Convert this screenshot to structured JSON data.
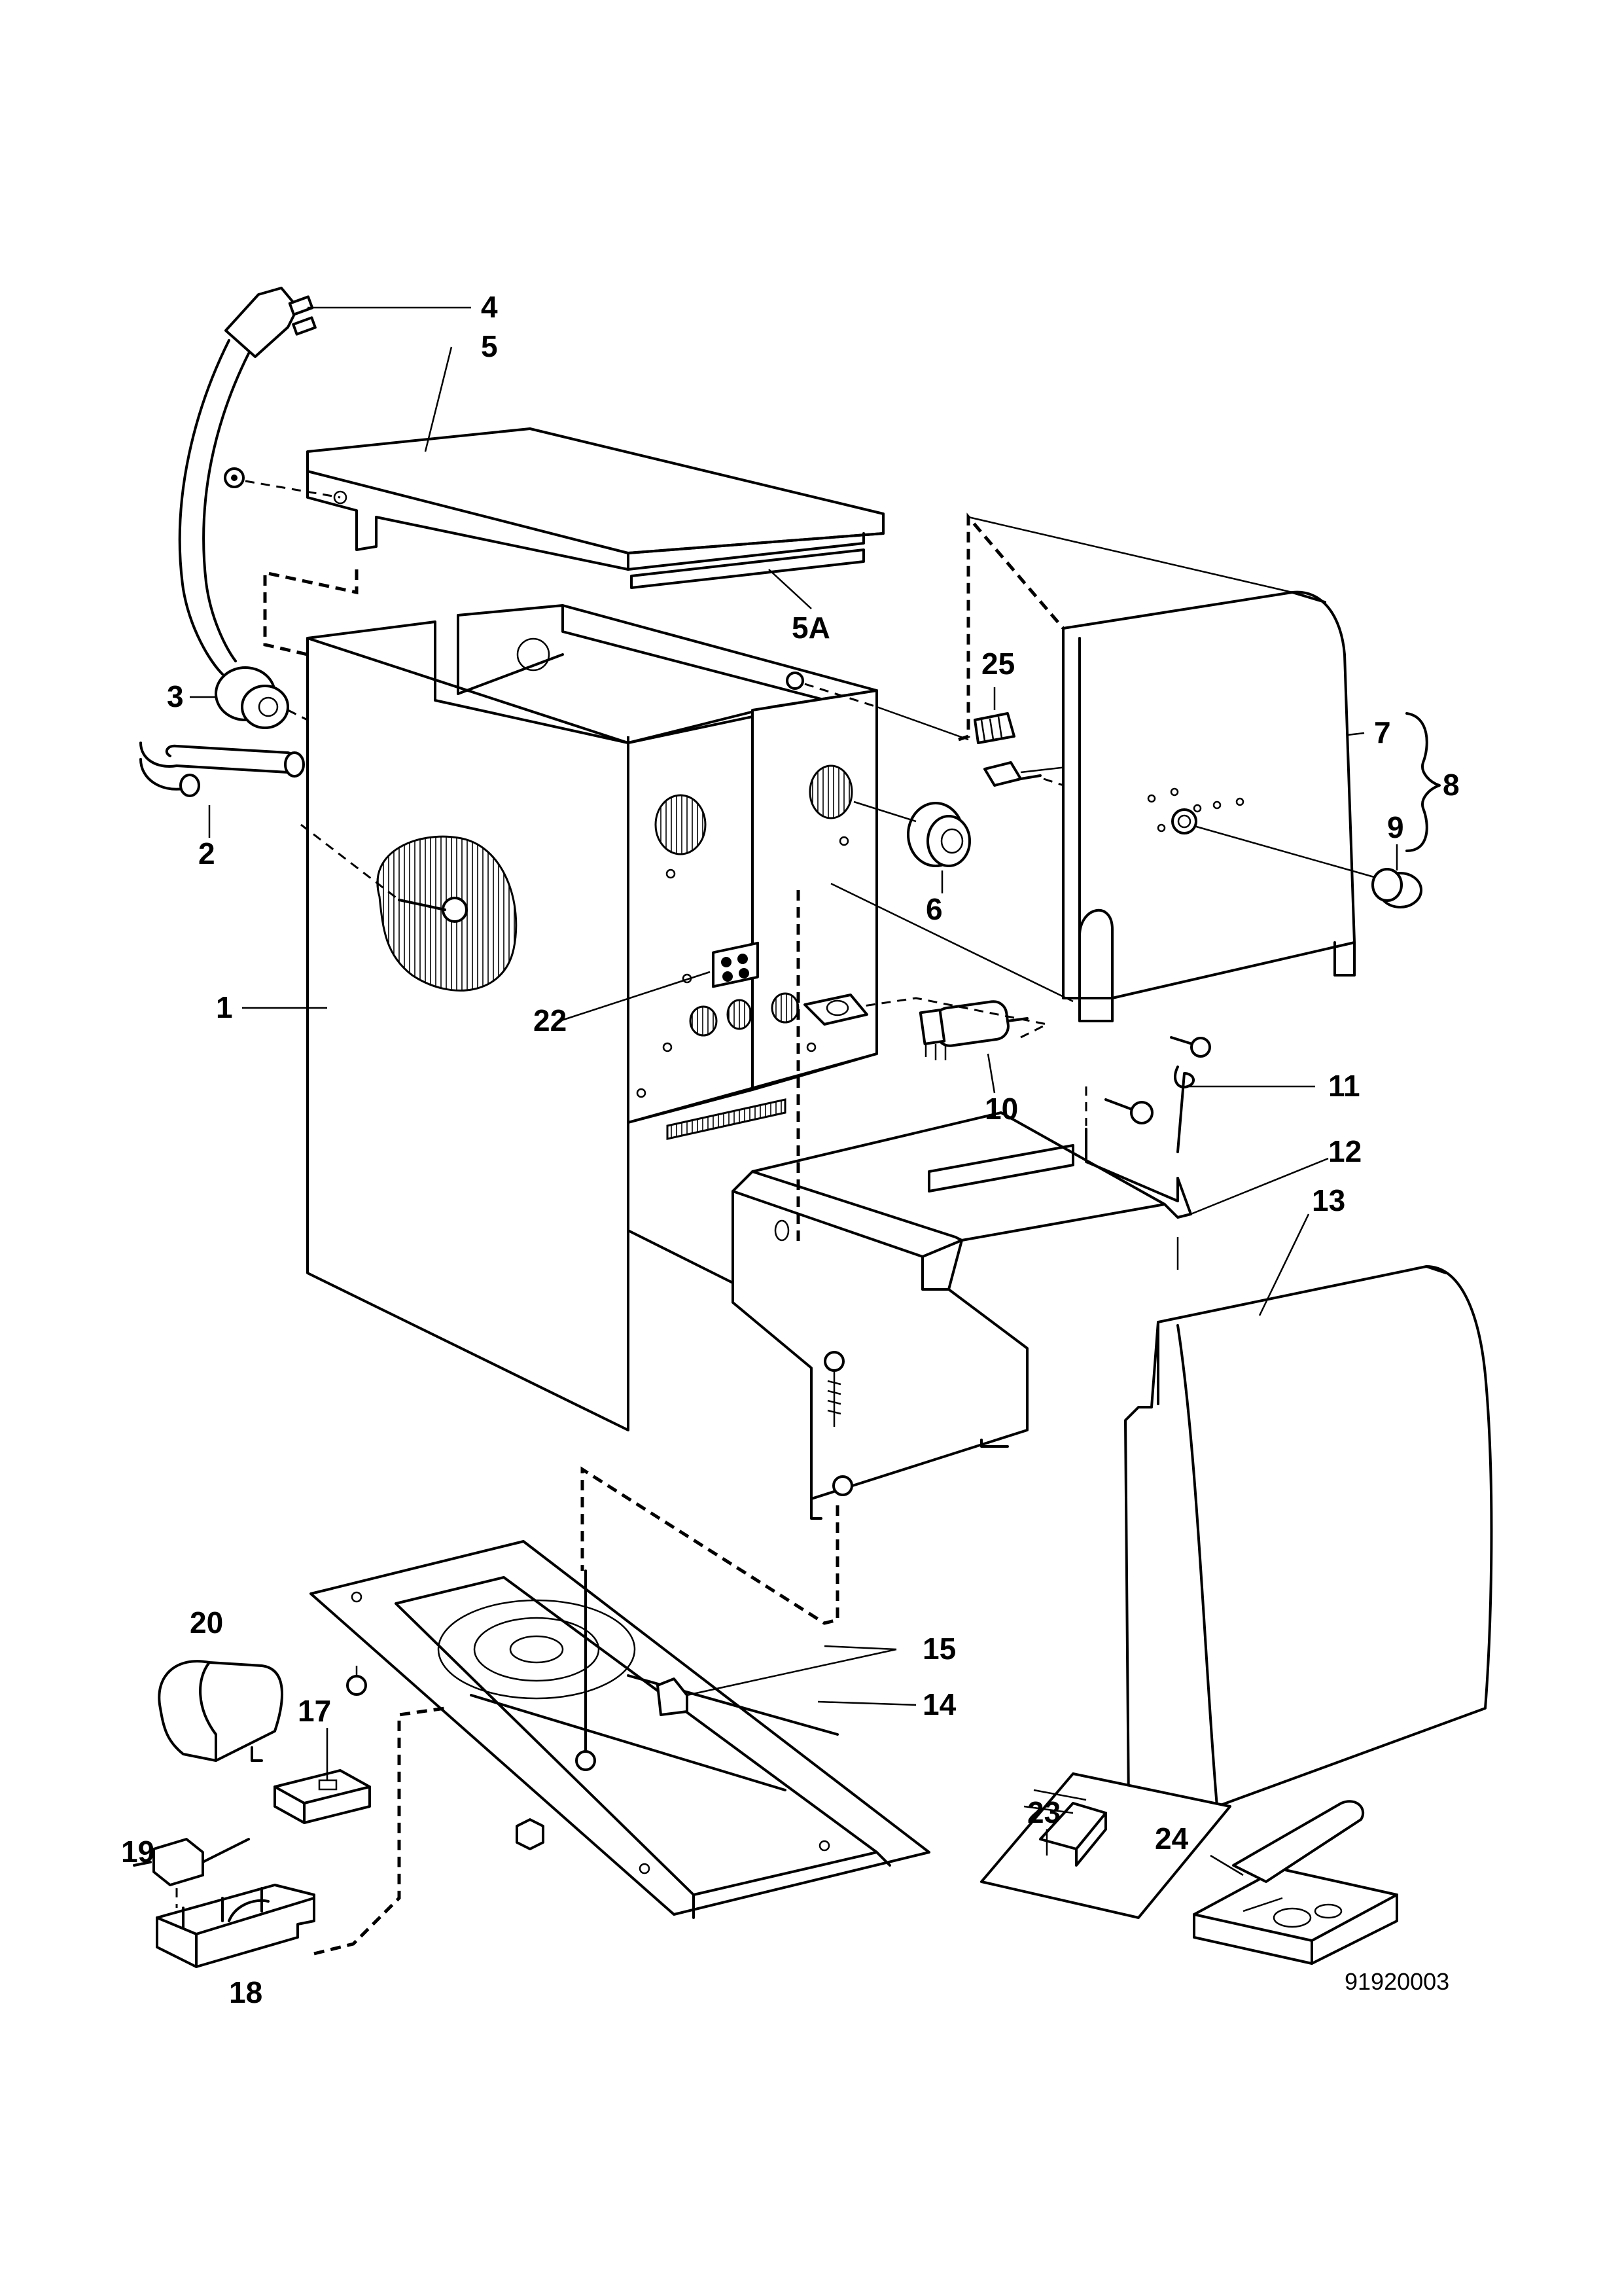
{
  "labels": {
    "p1": "1",
    "p2": "2",
    "p3": "3",
    "p4": "4",
    "p5": "5",
    "p5a": "5A",
    "p6": "6",
    "p7": "7",
    "p8": "8",
    "p9": "9",
    "p10": "10",
    "p11": "11",
    "p12": "12",
    "p13": "13",
    "p14": "14",
    "p15": "15",
    "p17": "17",
    "p18": "18",
    "p19": "19",
    "p20": "20",
    "p22": "22",
    "p23": "23",
    "p24": "24",
    "p25": "25"
  },
  "drawing_number": "91920003"
}
